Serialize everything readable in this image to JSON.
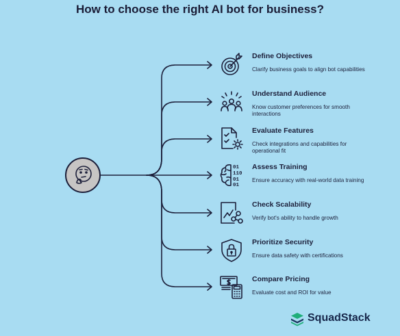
{
  "title": "How to choose the right AI bot for business?",
  "center_icon": "thinking-face-icon",
  "steps": [
    {
      "title": "Define Objectives",
      "description": "Clarify business goals to align bot capabilities",
      "icon": "target-icon"
    },
    {
      "title": "Understand Audience",
      "description": "Know customer preferences for smooth interactions",
      "icon": "audience-icon"
    },
    {
      "title": "Evaluate Features",
      "description": "Check integrations and capabilities for operational fit",
      "icon": "checklist-gear-icon"
    },
    {
      "title": "Assess Training",
      "description": "Ensure accuracy with real-world data training",
      "icon": "brain-binary-icon"
    },
    {
      "title": "Check Scalability",
      "description": "Verify bot's ability to handle growth",
      "icon": "growth-chart-icon"
    },
    {
      "title": "Prioritize Security",
      "description": "Ensure data safety with certifications",
      "icon": "shield-lock-icon"
    },
    {
      "title": "Compare Pricing",
      "description": "Evaluate cost and ROI for value",
      "icon": "pricing-calculator-icon"
    }
  ],
  "brand": {
    "name": "SquadStack",
    "icon": "stacked-layers-logo"
  },
  "colors": {
    "background": "#a8dcf2",
    "line": "#1c1f3a",
    "hub": "#c7c5c4",
    "brand_green": "#1fae7a"
  }
}
